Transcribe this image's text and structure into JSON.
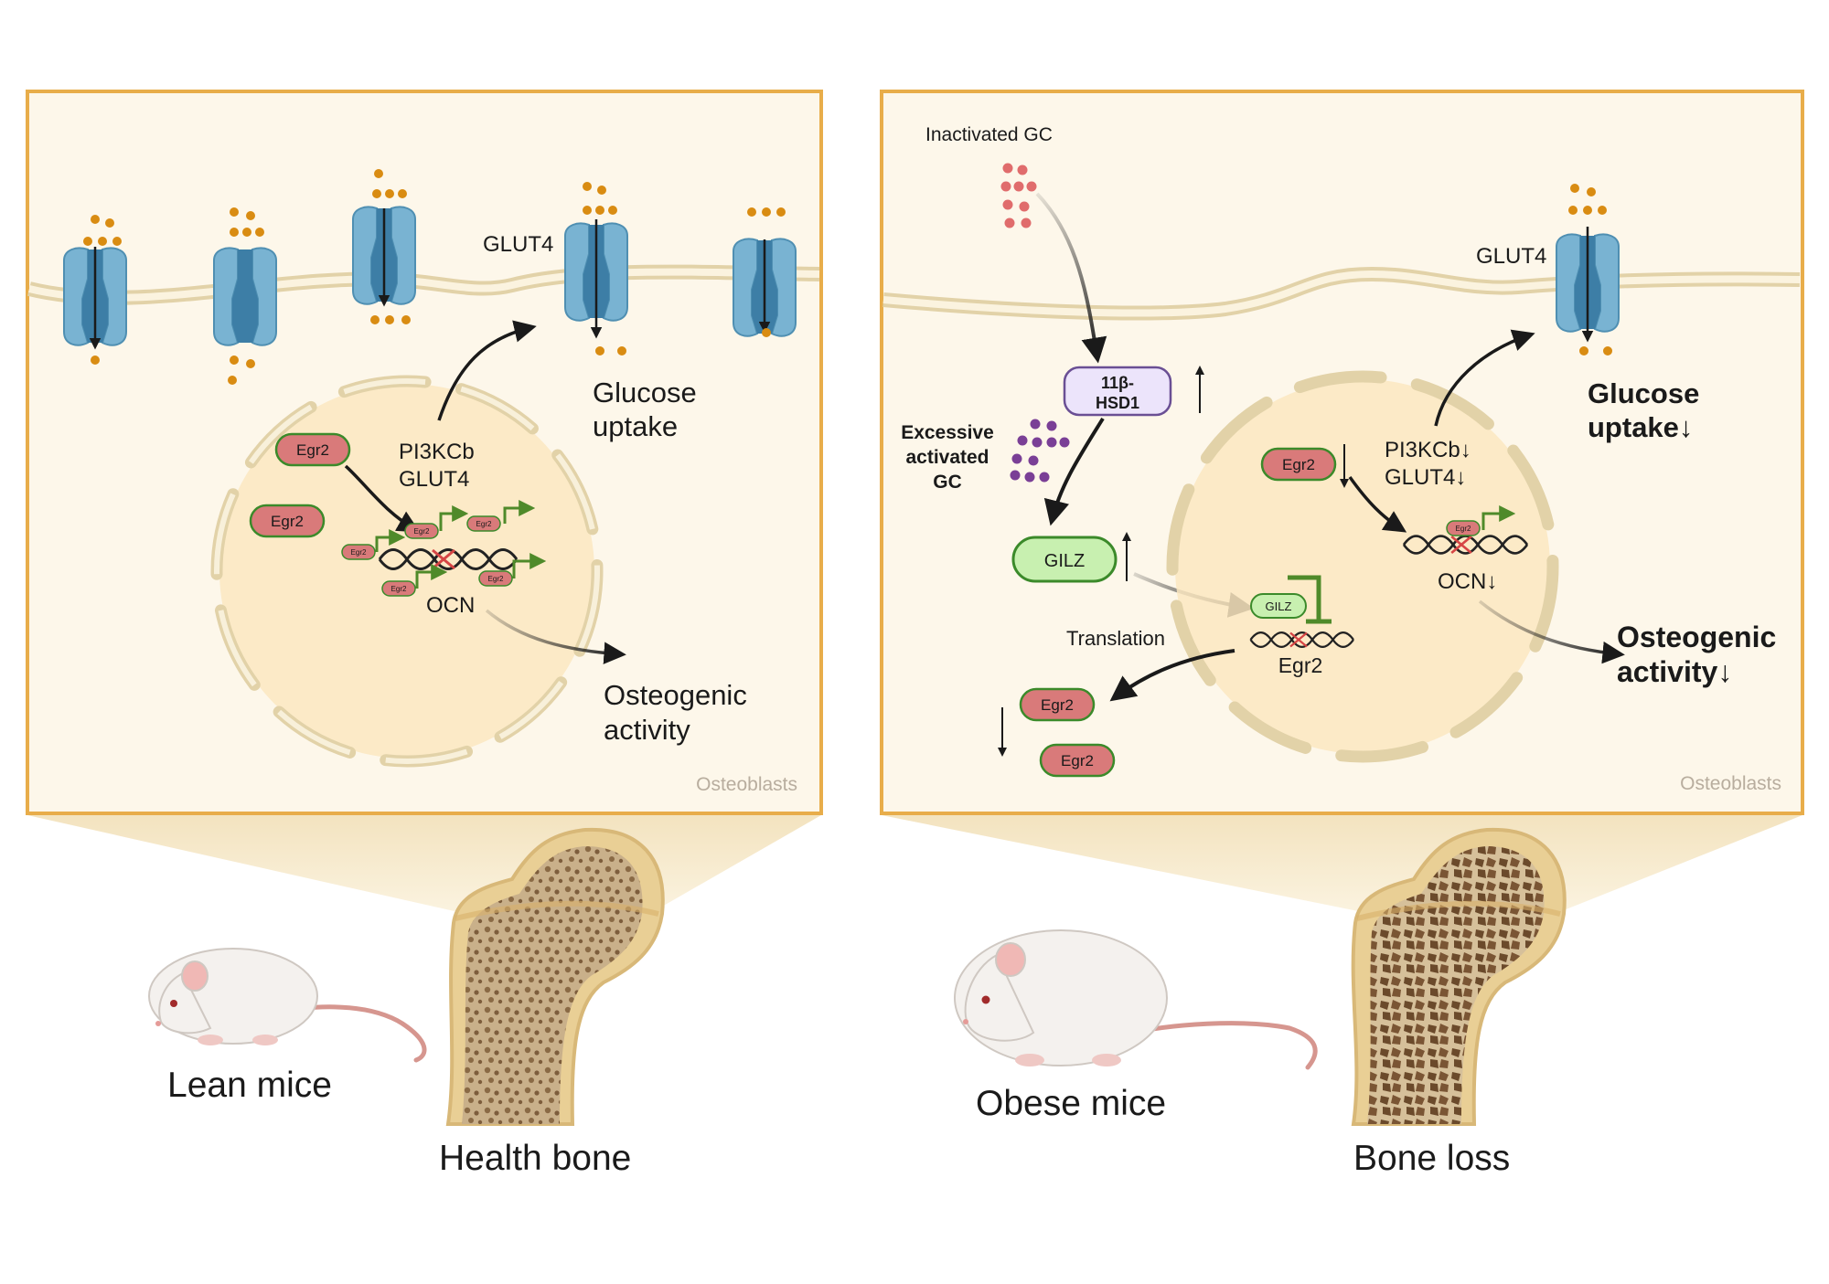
{
  "left_panel": {
    "transporter_label": "GLUT4",
    "cell_label": "Osteoblasts",
    "egr2_label": "Egr2",
    "egr2_small_label": "Egr2",
    "genes_label_1": "PI3KCb",
    "genes_label_2": "GLUT4",
    "ocn_label": "OCN",
    "glucose_line1": "Glucose",
    "glucose_line2": "uptake",
    "osteo_line1": "Osteogenic",
    "osteo_line2": "activity",
    "mouse_label": "Lean mice",
    "bone_label": "Health bone"
  },
  "right_panel": {
    "inactivated_label": "Inactivated GC",
    "enzyme_line1": "11β-",
    "enzyme_line2": "HSD1",
    "excessive_line1": "Excessive",
    "excessive_line2": "activated",
    "excessive_line3": "GC",
    "gilz_label": "GILZ",
    "gilz_small_label": "GILZ",
    "translation_label": "Translation",
    "egr2_label": "Egr2",
    "egr2_small_label": "Egr2",
    "egr2_gene_label": "Egr2",
    "transporter_label": "GLUT4",
    "genes_label_1": "PI3KCb↓",
    "genes_label_2": "GLUT4↓",
    "ocn_label": "OCN↓",
    "glucose_line1": "Glucose",
    "glucose_line2": "uptake↓",
    "osteo_line1": "Osteogenic",
    "osteo_line2": "activity↓",
    "cell_label": "Osteoblasts",
    "mouse_label": "Obese mice",
    "bone_label": "Bone loss"
  },
  "colors": {
    "panel_border": "#e8ad4a",
    "panel_fill": "#fdf7ea",
    "membrane": "#e9dcb8",
    "nucleus": "#fbe8c1",
    "transporter": "#6fa9c9",
    "glucose_dot": "#d98c12",
    "egr2_fill": "#d97a7a",
    "gilz_fill": "#c8f0b0",
    "gc_inactive": "#e06c6c",
    "gc_active": "#7a3f96",
    "enzyme_fill": "#ece4fb",
    "arrow_green": "#4f8a2a"
  }
}
